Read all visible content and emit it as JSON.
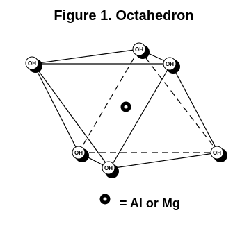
{
  "figure": {
    "title": "Figure 1. Octahedron",
    "vertex_label": "OH",
    "legend_text": "= Al or Mg"
  },
  "colors": {
    "stroke": "#000000",
    "ball_fill": "#ffffff",
    "ball_shadow": "#000000"
  }
}
